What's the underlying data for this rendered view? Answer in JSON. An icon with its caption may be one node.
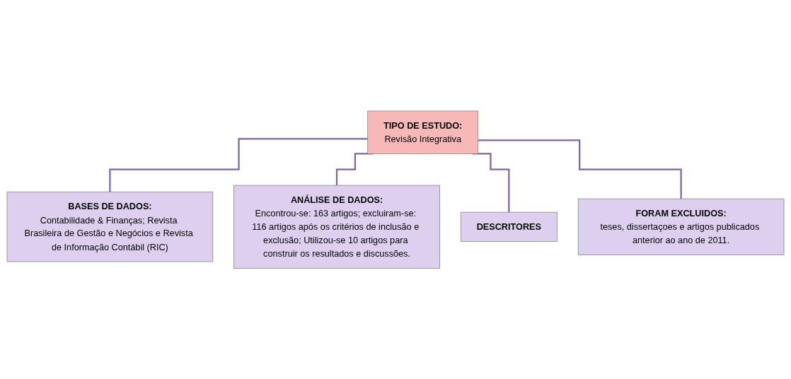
{
  "diagram": {
    "nodes": [
      {
        "text": [
          "BASES DE DADOS:",
          "Contabilidade & Finanças; Revista Brasileira de Gestão e Negócios e Revista de Informação Contábil (RIC)"
        ]
      },
      {
        "text": [
          "TIPO DE ESTUDO:",
          "Revisão Integrativa"
        ]
      },
      {
        "text": [
          "ANÁLISE DE DADOS:",
          "Encontrou-se: 163 artigos; excluiram-se: 116 artigos após os critérios de inclusão e exclusão; Utilizou-se 10 artigos para construir os resultados e discussões."
        ]
      },
      {
        "text": [
          "DESCRITORES"
        ]
      },
      {
        "text": [
          "FORAM EXCLUIDOS:",
          "teses, dissertaçoes e artigos publicados anterior ao ano de 2011."
        ]
      }
    ],
    "edges": [
      {
        "from": 1,
        "to": 0,
        "arrow": "none"
      },
      {
        "from": 1,
        "to": 2,
        "arrow": "none"
      },
      {
        "from": 1,
        "to": 3,
        "arrow": "none"
      },
      {
        "from": 1,
        "to": 4,
        "arrow": "none"
      }
    ]
  }
}
